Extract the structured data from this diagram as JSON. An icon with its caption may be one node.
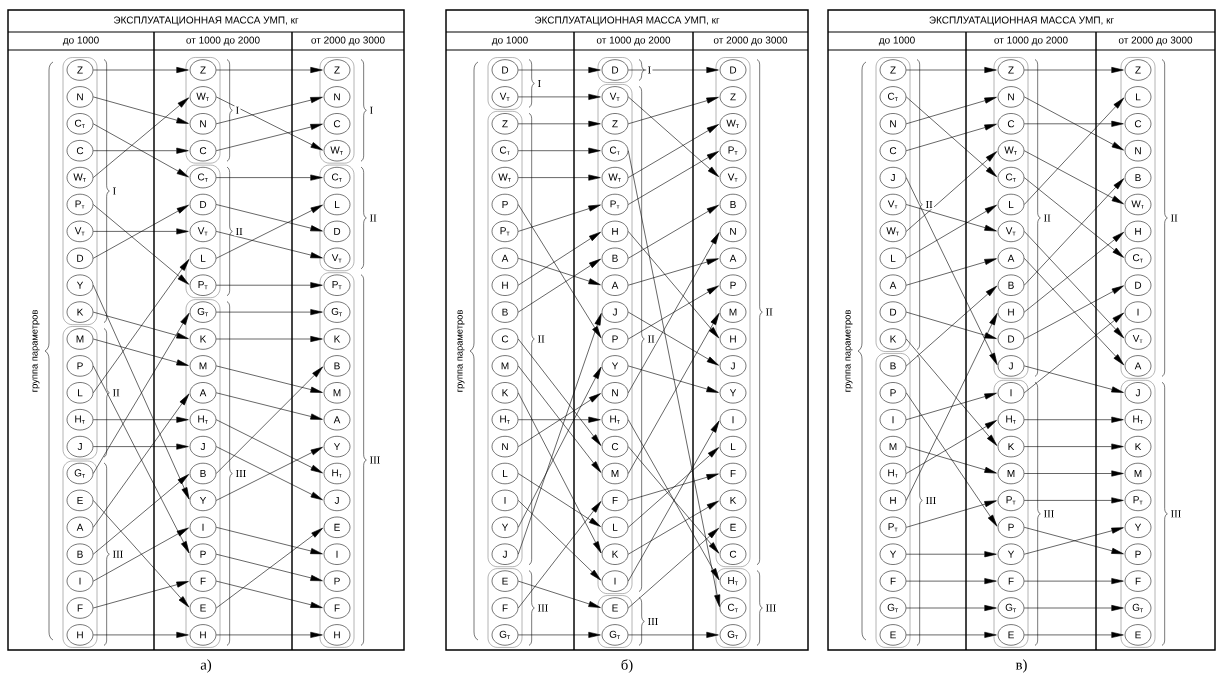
{
  "diagram": {
    "nodes": [
      {
        "text": [],
        "shape": "box",
        "beside": [
          "I"
        ]
      },
      {
        "text": [
          "Z"
        ],
        "in": 0
      },
      {
        "text": [
          "N"
        ],
        "in": 0
      },
      {
        "text": [
          "C$_{т}$"
        ],
        "in": 0
      },
      {
        "text": [
          "C"
        ],
        "in": 0
      },
      {
        "text": [
          "W$_{т}$"
        ],
        "in": 0
      },
      {
        "text": [
          "P$_{т}$"
        ],
        "in": 0
      },
      {
        "text": [
          "V$_{т}$"
        ],
        "in": 0
      },
      {
        "text": [
          "D"
        ],
        "in": 0
      },
      {
        "text": [
          "Y"
        ],
        "in": 0
      },
      {
        "text": [
          "K"
        ],
        "in": 0
      },
      {
        "text": [],
        "shape": "box",
        "beside": [
          "II"
        ]
      },
      {
        "text": [
          "M"
        ],
        "in": 11
      },
      {
        "text": [
          "P"
        ],
        "in": 11
      },
      {
        "text": [
          "L"
        ],
        "in": 11
      },
      {
        "text": [
          "H$_{т}$"
        ],
        "in": 11
      },
      {
        "text": [
          "J"
        ],
        "in": 11
      },
      {
        "text": [],
        "shape": "box",
        "beside": [
          "III"
        ]
      },
      {
        "text": [
          "G$_{т}$"
        ],
        "in": 17
      },
      {
        "text": [
          "E"
        ],
        "in": 17
      },
      {
        "text": [
          "A"
        ],
        "in": 17
      },
      {
        "text": [
          "B"
        ],
        "in": 17
      },
      {
        "text": [
          "I"
        ],
        "in": 17
      },
      {
        "text": [
          "F"
        ],
        "in": 17
      },
      {
        "text": [
          "H"
        ],
        "in": 17
      },
      {
        "text": [],
        "shape": "box",
        "beside": [
          "I"
        ]
      },
      {
        "text": [
          "Z"
        ],
        "in": 25
      },
      {
        "text": [
          "W$_{т}$"
        ],
        "in": 25
      },
      {
        "text": [
          "N"
        ],
        "in": 25
      },
      {
        "text": [
          "C"
        ],
        "in": 25
      },
      {
        "text": [],
        "shape": "box",
        "beside": [
          "II"
        ]
      },
      {
        "text": [
          "C$_{т}$"
        ],
        "in": 30
      },
      {
        "text": [
          "D"
        ],
        "in": 30
      },
      {
        "text": [
          "V$_{т}$"
        ],
        "in": 30
      },
      {
        "text": [
          "L"
        ],
        "in": 30
      },
      {
        "text": [
          "P$_{т}$"
        ],
        "in": 30
      },
      {
        "text": [],
        "shape": "box",
        "beside": [
          "III"
        ]
      },
      {
        "text": [
          "G$_{т}$"
        ],
        "in": 36
      },
      {
        "text": [
          "K"
        ],
        "in": 36
      },
      {
        "text": [
          "M"
        ],
        "in": 36
      },
      {
        "text": [
          "A"
        ],
        "in": 36
      },
      {
        "text": [
          "H$_{т}$"
        ],
        "in": 36
      },
      {
        "text": [
          "J"
        ],
        "in": 36
      },
      {
        "text": [
          "B"
        ],
        "in": 36
      },
      {
        "text": [
          "Y"
        ],
        "in": 36
      },
      {
        "text": [
          "I"
        ],
        "in": 36
      },
      {
        "text": [
          "P"
        ],
        "in": 36
      },
      {
        "text": [
          "F"
        ],
        "in": 36
      },
      {
        "text": [
          "E"
        ],
        "in": 36
      },
      {
        "text": [
          "H"
        ],
        "in": 36
      },
      {
        "text": [],
        "shape": "box",
        "beside": [
          "I"
        ]
      },
      {
        "text": [
          "Z"
        ],
        "in": 50
      },
      {
        "text": [
          "N"
        ],
        "in": 50
      },
      {
        "text": [
          "C"
        ],
        "in": 50
      },
      {
        "text": [
          "W$_{т}$"
        ],
        "in": 50
      },
      {
        "text": [],
        "shape": "box",
        "beside": [
          "II"
        ]
      },
      {
        "text": [
          "C$_{т}$"
        ],
        "in": 55
      },
      {
        "text": [
          "L"
        ],
        "in": 55
      },
      {
        "text": [
          "D"
        ],
        "in": 55
      },
      {
        "text": [
          "V$_{т}$"
        ],
        "in": 55
      },
      {
        "text": [],
        "shape": "box",
        "beside": [
          "III"
        ]
      },
      {
        "text": [
          "P$_{т}$"
        ],
        "in": 60
      },
      {
        "text": [
          "G$_{т}$"
        ],
        "in": 60
      },
      {
        "text": [
          "K"
        ],
        "in": 60
      },
      {
        "text": [
          "B"
        ],
        "in": 60
      },
      {
        "text": [
          "M"
        ],
        "in": 60
      },
      {
        "text": [
          "A"
        ],
        "in": 60
      },
      {
        "text": [
          "Y"
        ],
        "in": 60
      },
      {
        "text": [
          "H$_{т}$"
        ],
        "in": 60
      },
      {
        "text": [
          "J"
        ],
        "in": 60
      },
      {
        "text": [
          "E"
        ],
        "in": 60
      },
      {
        "text": [
          "I"
        ],
        "in": 60
      },
      {
        "text": [
          "P"
        ],
        "in": 60
      },
      {
        "text": [
          "F"
        ],
        "in": 60
      },
      {
        "text": [
          "H"
        ],
        "in": 60
      },
      {
        "text": [],
        "shape": "box",
        "beside": [
          "I"
        ]
      },
      {
        "text": [
          "D"
        ],
        "in": 75
      },
      {
        "text": [
          "V$_{т}$"
        ],
        "in": 75
      },
      {
        "text": [],
        "shape": "box",
        "beside": [
          "II"
        ]
      },
      {
        "text": [
          "Z"
        ],
        "in": 78
      },
      {
        "text": [
          "C$_{т}$"
        ],
        "in": 78
      },
      {
        "text": [
          "W$_{т}$"
        ],
        "in": 78
      },
      {
        "text": [
          "P"
        ],
        "in": 78
      },
      {
        "text": [
          "P$_{т}$"
        ],
        "in": 78
      },
      {
        "text": [
          "A"
        ],
        "in": 78
      },
      {
        "text": [
          "H"
        ],
        "in": 78
      },
      {
        "text": [
          "B"
        ],
        "in": 78
      },
      {
        "text": [
          "C"
        ],
        "in": 78
      },
      {
        "text": [
          "M"
        ],
        "in": 78
      },
      {
        "text": [
          "K"
        ],
        "in": 78
      },
      {
        "text": [
          "H$_{т}$"
        ],
        "in": 78
      },
      {
        "text": [
          "N"
        ],
        "in": 78
      },
      {
        "text": [
          "L"
        ],
        "in": 78
      },
      {
        "text": [
          "I"
        ],
        "in": 78
      },
      {
        "text": [
          "Y"
        ],
        "in": 78
      },
      {
        "text": [
          "J"
        ],
        "in": 78
      },
      {
        "text": [],
        "shape": "box",
        "beside": [
          "III"
        ]
      },
      {
        "text": [
          "E"
        ],
        "in": 96
      },
      {
        "text": [
          "F"
        ],
        "in": 96
      },
      {
        "text": [
          "G$_{т}$"
        ],
        "in": 96
      },
      {
        "text": [],
        "shape": "box",
        "beside": [
          "I"
        ]
      },
      {
        "text": [
          "D"
        ],
        "in": 100
      },
      {
        "text": [],
        "shape": "box",
        "beside": [
          "II"
        ]
      },
      {
        "text": [
          "V$_{т}$"
        ],
        "in": 102
      },
      {
        "text": [
          "Z"
        ],
        "in": 102
      },
      {
        "text": [
          "C$_{т}$"
        ],
        "in": 102
      },
      {
        "text": [
          "W$_{т}$"
        ],
        "in": 102
      },
      {
        "text": [
          "P$_{т}$"
        ],
        "in": 102
      },
      {
        "text": [
          "H"
        ],
        "in": 102
      },
      {
        "text": [
          "B"
        ],
        "in": 102
      },
      {
        "text": [
          "A"
        ],
        "in": 102
      },
      {
        "text": [
          "J"
        ],
        "in": 102
      },
      {
        "text": [
          "P"
        ],
        "in": 102
      },
      {
        "text": [
          "Y"
        ],
        "in": 102
      },
      {
        "text": [
          "N"
        ],
        "in": 102
      },
      {
        "text": [
          "H$_{т}$"
        ],
        "in": 102
      },
      {
        "text": [
          "C"
        ],
        "in": 102
      },
      {
        "text": [
          "M"
        ],
        "in": 102
      },
      {
        "text": [
          "F"
        ],
        "in": 102
      },
      {
        "text": [
          "L"
        ],
        "in": 102
      },
      {
        "text": [
          "K"
        ],
        "in": 102
      },
      {
        "text": [
          "I"
        ],
        "in": 102
      },
      {
        "text": [],
        "shape": "box",
        "beside": [
          "III"
        ]
      },
      {
        "text": [
          "E"
        ],
        "in": 122
      },
      {
        "text": [
          "G$_{т}$"
        ],
        "in": 122
      },
      {
        "text": [],
        "shape": "box",
        "beside": [
          "II"
        ]
      },
      {
        "text": [
          "D"
        ],
        "in": 125
      },
      {
        "text": [
          "Z"
        ],
        "in": 125
      },
      {
        "text": [
          "W$_{т}$"
        ],
        "in": 125
      },
      {
        "text": [
          "P$_{т}$"
        ],
        "in": 125
      },
      {
        "text": [
          "V$_{т}$"
        ],
        "in": 125
      },
      {
        "text": [
          "B"
        ],
        "in": 125
      },
      {
        "text": [
          "N"
        ],
        "in": 125
      },
      {
        "text": [
          "A"
        ],
        "in": 125
      },
      {
        "text": [
          "P"
        ],
        "in": 125
      },
      {
        "text": [
          "M"
        ],
        "in": 125
      },
      {
        "text": [
          "H"
        ],
        "in": 125
      },
      {
        "text": [
          "J"
        ],
        "in": 125
      },
      {
        "text": [
          "Y"
        ],
        "in": 125
      },
      {
        "text": [
          "I"
        ],
        "in": 125
      },
      {
        "text": [
          "L"
        ],
        "in": 125
      },
      {
        "text": [
          "F"
        ],
        "in": 125
      },
      {
        "text": [
          "K"
        ],
        "in": 125
      },
      {
        "text": [
          "E"
        ],
        "in": 125
      },
      {
        "text": [
          "C"
        ],
        "in": 125
      },
      {
        "text": [],
        "shape": "box",
        "beside": [
          "III"
        ]
      },
      {
        "text": [
          "H$_{т}$"
        ],
        "in": 145
      },
      {
        "text": [
          "C$_{т}$"
        ],
        "in": 145
      },
      {
        "text": [
          "G$_{т}$"
        ],
        "in": 145
      },
      {
        "text": [],
        "shape": "box",
        "beside": [
          "II"
        ]
      },
      {
        "text": [
          "Z"
        ],
        "in": 149
      },
      {
        "text": [
          "C$_{т}$"
        ],
        "in": 149
      },
      {
        "text": [
          "N"
        ],
        "in": 149
      },
      {
        "text": [
          "C"
        ],
        "in": 149
      },
      {
        "text": [
          "J"
        ],
        "in": 149
      },
      {
        "text": [
          "V$_{т}$"
        ],
        "in": 149
      },
      {
        "text": [
          "W$_{т}$"
        ],
        "in": 149
      },
      {
        "text": [
          "L"
        ],
        "in": 149
      },
      {
        "text": [
          "A"
        ],
        "in": 149
      },
      {
        "text": [
          "D"
        ],
        "in": 149
      },
      {
        "text": [
          "K"
        ],
        "in": 149
      },
      {
        "text": [],
        "shape": "box",
        "beside": [
          "III"
        ]
      },
      {
        "text": [
          "B"
        ],
        "in": 161
      },
      {
        "text": [
          "P"
        ],
        "in": 161
      },
      {
        "text": [
          "I"
        ],
        "in": 161
      },
      {
        "text": [
          "M"
        ],
        "in": 161
      },
      {
        "text": [
          "H$_{т}$"
        ],
        "in": 161
      },
      {
        "text": [
          "H"
        ],
        "in": 161
      },
      {
        "text": [
          "P$_{т}$"
        ],
        "in": 161
      },
      {
        "text": [
          "Y"
        ],
        "in": 161
      },
      {
        "text": [
          "F"
        ],
        "in": 161
      },
      {
        "text": [
          "G$_{т}$"
        ],
        "in": 161
      },
      {
        "text": [
          "E"
        ],
        "in": 161
      },
      {
        "text": [],
        "shape": "box",
        "beside": [
          "II"
        ]
      },
      {
        "text": [
          "Z"
        ],
        "in": 173
      },
      {
        "text": [
          "N"
        ],
        "in": 173
      },
      {
        "text": [
          "C"
        ],
        "in": 173
      },
      {
        "text": [
          "W$_{т}$"
        ],
        "in": 173
      },
      {
        "text": [
          "C$_{т}$"
        ],
        "in": 173
      },
      {
        "text": [
          "L"
        ],
        "in": 173
      },
      {
        "text": [
          "V$_{т}$"
        ],
        "in": 173
      },
      {
        "text": [
          "A"
        ],
        "in": 173
      },
      {
        "text": [
          "B"
        ],
        "in": 173
      },
      {
        "text": [
          "H"
        ],
        "in": 173
      },
      {
        "text": [
          "D"
        ],
        "in": 173
      },
      {
        "text": [
          "J"
        ],
        "in": 173
      },
      {
        "text": [],
        "shape": "box",
        "beside": [
          "III"
        ]
      },
      {
        "text": [
          "I"
        ],
        "in": 186
      },
      {
        "text": [
          "H$_{т}$"
        ],
        "in": 186
      },
      {
        "text": [
          "K"
        ],
        "in": 186
      },
      {
        "text": [
          "M"
        ],
        "in": 186
      },
      {
        "text": [
          "P$_{т}$"
        ],
        "in": 186
      },
      {
        "text": [
          "P"
        ],
        "in": 186
      },
      {
        "text": [
          "Y"
        ],
        "in": 186
      },
      {
        "text": [
          "F"
        ],
        "in": 186
      },
      {
        "text": [
          "G$_{т}$"
        ],
        "in": 186
      },
      {
        "text": [
          "E"
        ],
        "in": 186
      },
      {
        "text": [],
        "shape": "box",
        "beside": [
          "II"
        ]
      },
      {
        "text": [
          "Z"
        ],
        "in": 197
      },
      {
        "text": [
          "L"
        ],
        "in": 197
      },
      {
        "text": [
          "C"
        ],
        "in": 197
      },
      {
        "text": [
          "N"
        ],
        "in": 197
      },
      {
        "text": [
          "B"
        ],
        "in": 197
      },
      {
        "text": [
          "W$_{т}$"
        ],
        "in": 197
      },
      {
        "text": [
          "H"
        ],
        "in": 197
      },
      {
        "text": [
          "C$_{т}$"
        ],
        "in": 197
      },
      {
        "text": [
          "D"
        ],
        "in": 197
      },
      {
        "text": [
          "I"
        ],
        "in": 197
      },
      {
        "text": [
          "V$_{т}$"
        ],
        "in": 197
      },
      {
        "text": [
          "A"
        ],
        "in": 197
      },
      {
        "text": [],
        "shape": "box",
        "beside": [
          "III"
        ]
      },
      {
        "text": [
          "J"
        ],
        "in": 210
      },
      {
        "text": [
          "H$_{т}$"
        ],
        "in": 210
      },
      {
        "text": [
          "K"
        ],
        "in": 210
      },
      {
        "text": [
          "M"
        ],
        "in": 210
      },
      {
        "text": [
          "P$_{т}$"
        ],
        "in": 210
      },
      {
        "text": [
          "Y"
        ],
        "in": 210
      },
      {
        "text": [
          "P"
        ],
        "in": 210
      },
      {
        "text": [
          "F"
        ],
        "in": 210
      },
      {
        "text": [
          "G$_{т}$"
        ],
        "in": 210
      },
      {
        "text": [
          "E"
        ],
        "in": 210
      }
    ],
    "edges": [
      {
        "from": 1,
        "to": 26,
        "arrow": "to"
      },
      {
        "from": 2,
        "to": 28,
        "arrow": "to"
      },
      {
        "from": 3,
        "to": 31,
        "arrow": "to"
      },
      {
        "from": 4,
        "to": 29,
        "arrow": "to"
      },
      {
        "from": 5,
        "to": 27,
        "arrow": "to"
      },
      {
        "from": 6,
        "to": 35,
        "arrow": "to"
      },
      {
        "from": 7,
        "to": 33,
        "arrow": "to"
      },
      {
        "from": 8,
        "to": 32,
        "arrow": "to"
      },
      {
        "from": 9,
        "to": 44,
        "arrow": "to"
      },
      {
        "from": 10,
        "to": 38,
        "arrow": "to"
      },
      {
        "from": 12,
        "to": 39,
        "arrow": "to"
      },
      {
        "from": 13,
        "to": 46,
        "arrow": "to"
      },
      {
        "from": 14,
        "to": 34,
        "arrow": "to"
      },
      {
        "from": 15,
        "to": 41,
        "arrow": "to"
      },
      {
        "from": 16,
        "to": 42,
        "arrow": "to"
      },
      {
        "from": 18,
        "to": 37,
        "arrow": "to"
      },
      {
        "from": 19,
        "to": 48,
        "arrow": "to"
      },
      {
        "from": 20,
        "to": 40,
        "arrow": "to"
      },
      {
        "from": 21,
        "to": 43,
        "arrow": "to"
      },
      {
        "from": 22,
        "to": 45,
        "arrow": "to"
      },
      {
        "from": 23,
        "to": 47,
        "arrow": "to"
      },
      {
        "from": 24,
        "to": 49,
        "arrow": "to"
      },
      {
        "from": 26,
        "to": 51,
        "arrow": "to"
      },
      {
        "from": 27,
        "to": 54,
        "arrow": "to"
      },
      {
        "from": 28,
        "to": 52,
        "arrow": "to"
      },
      {
        "from": 29,
        "to": 53,
        "arrow": "to"
      },
      {
        "from": 31,
        "to": 56,
        "arrow": "to"
      },
      {
        "from": 32,
        "to": 58,
        "arrow": "to"
      },
      {
        "from": 33,
        "to": 59,
        "arrow": "to"
      },
      {
        "from": 34,
        "to": 57,
        "arrow": "to"
      },
      {
        "from": 35,
        "to": 61,
        "arrow": "to"
      },
      {
        "from": 37,
        "to": 62,
        "arrow": "to"
      },
      {
        "from": 38,
        "to": 63,
        "arrow": "to"
      },
      {
        "from": 39,
        "to": 65,
        "arrow": "to"
      },
      {
        "from": 40,
        "to": 66,
        "arrow": "to"
      },
      {
        "from": 41,
        "to": 68,
        "arrow": "to"
      },
      {
        "from": 42,
        "to": 69,
        "arrow": "to"
      },
      {
        "from": 43,
        "to": 64,
        "arrow": "to"
      },
      {
        "from": 44,
        "to": 67,
        "arrow": "to"
      },
      {
        "from": 45,
        "to": 71,
        "arrow": "to"
      },
      {
        "from": 46,
        "to": 72,
        "arrow": "to"
      },
      {
        "from": 47,
        "to": 73,
        "arrow": "to"
      },
      {
        "from": 48,
        "to": 70,
        "arrow": "to"
      },
      {
        "from": 49,
        "to": 74,
        "arrow": "to"
      },
      {
        "from": 76,
        "to": 101,
        "arrow": "to"
      },
      {
        "from": 77,
        "to": 103,
        "arrow": "to"
      },
      {
        "from": 79,
        "to": 104,
        "arrow": "to"
      },
      {
        "from": 80,
        "to": 105,
        "arrow": "to"
      },
      {
        "from": 81,
        "to": 106,
        "arrow": "to"
      },
      {
        "from": 82,
        "to": 112,
        "arrow": "to"
      },
      {
        "from": 83,
        "to": 107,
        "arrow": "to"
      },
      {
        "from": 84,
        "to": 110,
        "arrow": "to"
      },
      {
        "from": 85,
        "to": 108,
        "arrow": "to"
      },
      {
        "from": 86,
        "to": 109,
        "arrow": "to"
      },
      {
        "from": 87,
        "to": 116,
        "arrow": "to"
      },
      {
        "from": 88,
        "to": 117,
        "arrow": "to"
      },
      {
        "from": 89,
        "to": 120,
        "arrow": "to"
      },
      {
        "from": 90,
        "to": 115,
        "arrow": "to"
      },
      {
        "from": 91,
        "to": 114,
        "arrow": "to"
      },
      {
        "from": 92,
        "to": 119,
        "arrow": "to"
      },
      {
        "from": 93,
        "to": 121,
        "arrow": "to"
      },
      {
        "from": 94,
        "to": 113,
        "arrow": "to"
      },
      {
        "from": 95,
        "to": 111,
        "arrow": "to"
      },
      {
        "from": 97,
        "to": 123,
        "arrow": "to"
      },
      {
        "from": 98,
        "to": 118,
        "arrow": "to"
      },
      {
        "from": 99,
        "to": 124,
        "arrow": "to"
      },
      {
        "from": 101,
        "to": 126,
        "arrow": "to"
      },
      {
        "from": 103,
        "to": 130,
        "arrow": "to"
      },
      {
        "from": 104,
        "to": 127,
        "arrow": "to"
      },
      {
        "from": 105,
        "to": 147,
        "arrow": "to"
      },
      {
        "from": 106,
        "to": 128,
        "arrow": "to"
      },
      {
        "from": 107,
        "to": 129,
        "arrow": "to"
      },
      {
        "from": 108,
        "to": 136,
        "arrow": "to"
      },
      {
        "from": 109,
        "to": 131,
        "arrow": "to"
      },
      {
        "from": 110,
        "to": 133,
        "arrow": "to"
      },
      {
        "from": 111,
        "to": 137,
        "arrow": "to"
      },
      {
        "from": 112,
        "to": 134,
        "arrow": "to"
      },
      {
        "from": 113,
        "to": 138,
        "arrow": "to"
      },
      {
        "from": 114,
        "to": 132,
        "arrow": "to"
      },
      {
        "from": 115,
        "to": 146,
        "arrow": "to"
      },
      {
        "from": 116,
        "to": 144,
        "arrow": "to"
      },
      {
        "from": 117,
        "to": 135,
        "arrow": "to"
      },
      {
        "from": 118,
        "to": 141,
        "arrow": "to"
      },
      {
        "from": 119,
        "to": 140,
        "arrow": "to"
      },
      {
        "from": 120,
        "to": 142,
        "arrow": "to"
      },
      {
        "from": 121,
        "to": 139,
        "arrow": "to"
      },
      {
        "from": 123,
        "to": 143,
        "arrow": "to"
      },
      {
        "from": 124,
        "to": 148,
        "arrow": "to"
      },
      {
        "from": 150,
        "to": 174,
        "arrow": "to"
      },
      {
        "from": 151,
        "to": 178,
        "arrow": "to"
      },
      {
        "from": 152,
        "to": 175,
        "arrow": "to"
      },
      {
        "from": 153,
        "to": 176,
        "arrow": "to"
      },
      {
        "from": 154,
        "to": 185,
        "arrow": "to"
      },
      {
        "from": 155,
        "to": 180,
        "arrow": "to"
      },
      {
        "from": 156,
        "to": 177,
        "arrow": "to"
      },
      {
        "from": 157,
        "to": 179,
        "arrow": "to"
      },
      {
        "from": 158,
        "to": 181,
        "arrow": "to"
      },
      {
        "from": 159,
        "to": 184,
        "arrow": "to"
      },
      {
        "from": 160,
        "to": 189,
        "arrow": "to"
      },
      {
        "from": 162,
        "to": 182,
        "arrow": "to"
      },
      {
        "from": 163,
        "to": 192,
        "arrow": "to"
      },
      {
        "from": 164,
        "to": 187,
        "arrow": "to"
      },
      {
        "from": 165,
        "to": 190,
        "arrow": "to"
      },
      {
        "from": 166,
        "to": 188,
        "arrow": "to"
      },
      {
        "from": 167,
        "to": 183,
        "arrow": "to"
      },
      {
        "from": 168,
        "to": 191,
        "arrow": "to"
      },
      {
        "from": 169,
        "to": 193,
        "arrow": "to"
      },
      {
        "from": 170,
        "to": 194,
        "arrow": "to"
      },
      {
        "from": 171,
        "to": 195,
        "arrow": "to"
      },
      {
        "from": 172,
        "to": 196,
        "arrow": "to"
      },
      {
        "from": 174,
        "to": 198,
        "arrow": "to"
      },
      {
        "from": 175,
        "to": 201,
        "arrow": "to"
      },
      {
        "from": 176,
        "to": 200,
        "arrow": "to"
      },
      {
        "from": 177,
        "to": 203,
        "arrow": "to"
      },
      {
        "from": 178,
        "to": 205,
        "arrow": "to"
      },
      {
        "from": 179,
        "to": 199,
        "arrow": "to"
      },
      {
        "from": 180,
        "to": 208,
        "arrow": "to"
      },
      {
        "from": 181,
        "to": 209,
        "arrow": "to"
      },
      {
        "from": 182,
        "to": 202,
        "arrow": "to"
      },
      {
        "from": 183,
        "to": 204,
        "arrow": "to"
      },
      {
        "from": 184,
        "to": 206,
        "arrow": "to"
      },
      {
        "from": 185,
        "to": 211,
        "arrow": "to"
      },
      {
        "from": 187,
        "to": 207,
        "arrow": "to"
      },
      {
        "from": 188,
        "to": 212,
        "arrow": "to"
      },
      {
        "from": 189,
        "to": 213,
        "arrow": "to"
      },
      {
        "from": 190,
        "to": 214,
        "arrow": "to"
      },
      {
        "from": 191,
        "to": 215,
        "arrow": "to"
      },
      {
        "from": 192,
        "to": 217,
        "arrow": "to"
      },
      {
        "from": 193,
        "to": 216,
        "arrow": "to"
      },
      {
        "from": 194,
        "to": 218,
        "arrow": "to"
      },
      {
        "from": 195,
        "to": 219,
        "arrow": "to"
      },
      {
        "from": 196,
        "to": 220,
        "arrow": "to"
      }
    ],
    "labels": [
      "ЭКСПЛУАТАЦИОННАЯ МАССА УМП, кг",
      "до 1000",
      "от 1000 до 2000",
      "от 2000 до 3000",
      "группа параметров",
      "а)",
      "ЭКСПЛУАТАЦИОННАЯ МАССА УМП, кг",
      "до 1000",
      "от 1000 до 2000",
      "от 2000 до 3000",
      "группа параметров",
      "б)",
      "ЭКСПЛУАТАЦИОННАЯ МАССА УМП, кг",
      "до 1000",
      "от 1000 до 2000",
      "от 2000 до 3000",
      "группа параметров",
      "в)"
    ]
  }
}
